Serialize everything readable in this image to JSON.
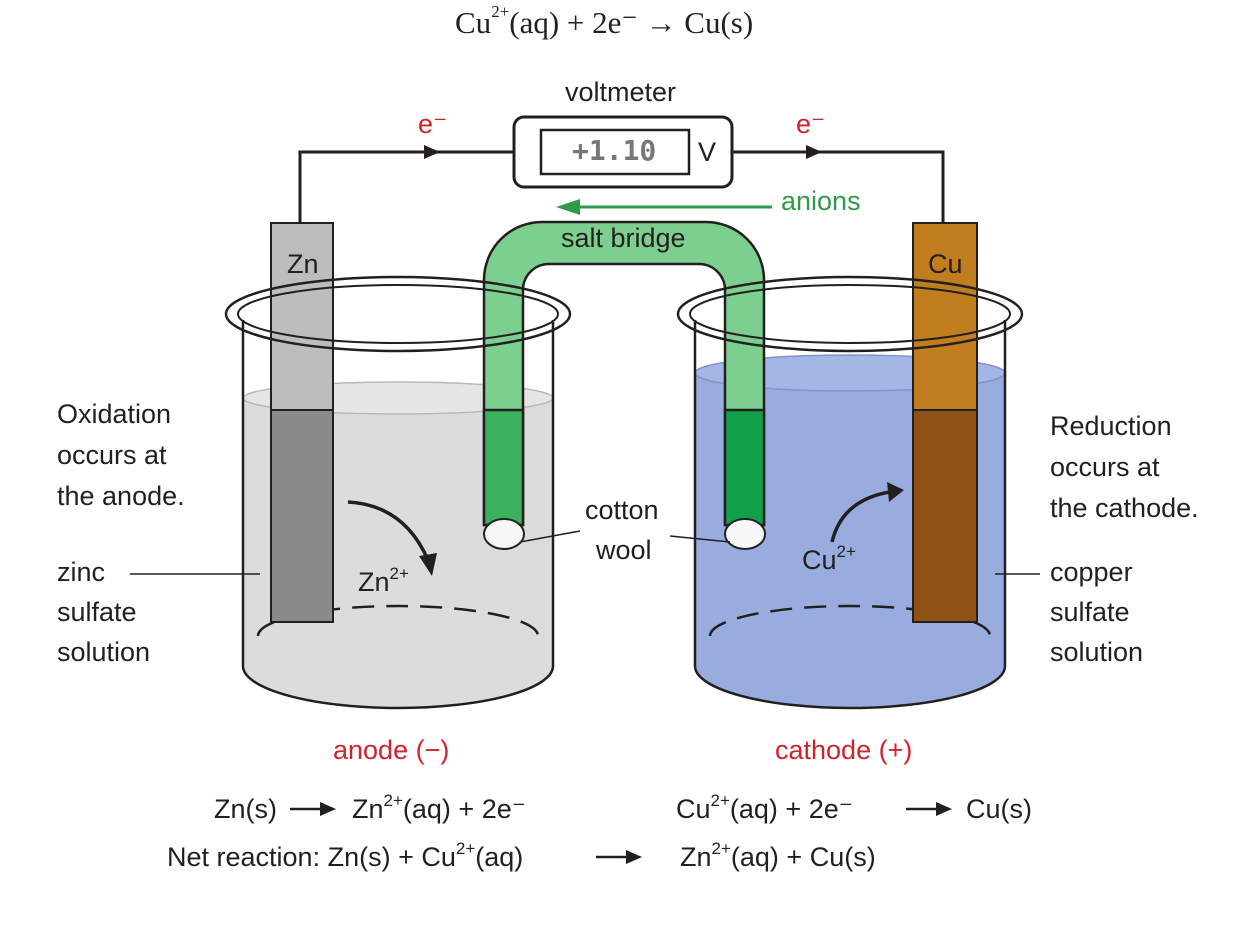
{
  "top_equation": {
    "left": "Cu",
    "charge": "2+",
    "rest": "(aq) + 2e⁻ → Cu(s)"
  },
  "voltmeter": {
    "label": "voltmeter",
    "reading": "+1.10",
    "unit": "V"
  },
  "electron_left": "e⁻",
  "electron_right": "e⁻",
  "anions_label": "anions",
  "salt_bridge_label": "salt bridge",
  "electrodes": {
    "left": "Zn",
    "right": "Cu"
  },
  "anode_side": {
    "process": [
      "Oxidation",
      "occurs at",
      "the anode."
    ],
    "solution": [
      "zinc",
      "sulfate",
      "solution"
    ],
    "ion_base": "Zn",
    "ion_charge": "2+",
    "label": "anode (−)",
    "half_reaction": {
      "reactant": "Zn(s)",
      "product_base": "Zn",
      "product_charge": "2+",
      "product_rest": "(aq) + 2e⁻"
    }
  },
  "cathode_side": {
    "process": [
      "Reduction",
      "occurs at",
      "the cathode."
    ],
    "solution": [
      "copper",
      "sulfate",
      "solution"
    ],
    "ion_base": "Cu",
    "ion_charge": "2+",
    "label": "cathode (+)",
    "half_reaction": {
      "reactant_base": "Cu",
      "reactant_charge": "2+",
      "reactant_rest": "(aq) + 2e⁻",
      "product": "Cu(s)"
    }
  },
  "cotton_wool": [
    "cotton",
    "wool"
  ],
  "net_reaction": {
    "prefix": "Net reaction: Zn(s) + Cu",
    "charge1": "2+",
    "rest1": "(aq)",
    "product_base": "Zn",
    "charge2": "2+",
    "rest2": "(aq) + Cu(s)"
  },
  "colors": {
    "zinc": "#bdbdbd",
    "zinc_dark": "#8a8a8a",
    "copper": "#c17e1e",
    "copper_dark": "#8e5314",
    "zinc_solution": "#dcdcdc",
    "copper_solution": "#98acde",
    "salt_bridge": "#7dcf8f",
    "salt_bridge_dark": "#3bb15f",
    "label_red": "#d2232a",
    "label_green": "#2e9a4a"
  }
}
